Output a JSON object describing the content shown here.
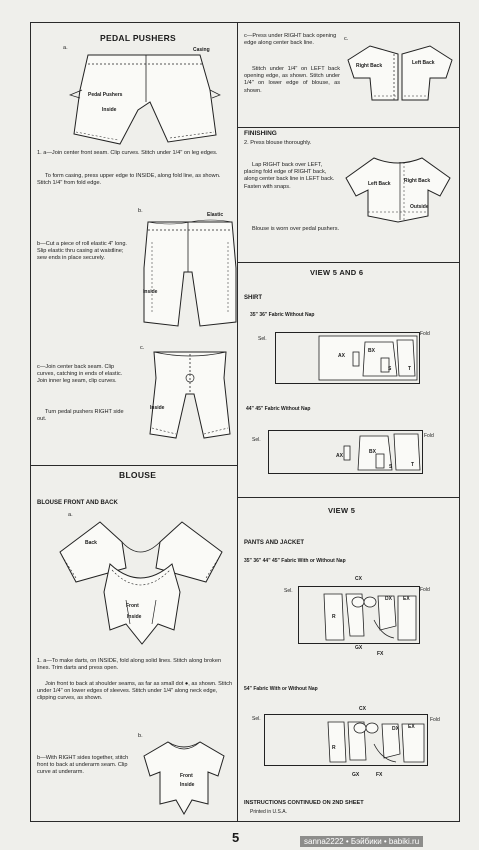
{
  "page_number": "5",
  "watermark": "sanna2222 • Бэйбики • babiki.ru",
  "pedal_pushers": {
    "title": "PEDAL PUSHERS",
    "fig_a": "a.",
    "fig_b": "b.",
    "fig_c": "c.",
    "label_casing": "Casing",
    "label_pedal_pushers": "Pedal Pushers",
    "label_inside_a": "Inside",
    "label_elastic": "Elastic",
    "label_inside_b": "Inside",
    "label_inside_c": "Inside",
    "step_a_1": "1. a—Join center front seam. Clip curves. Stitch under 1/4\" on leg edges.",
    "step_a_2": "To form casing, press upper edge to INSIDE, along fold line, as shown. Stitch 1/4\" from fold edge.",
    "step_b": "b—Cut a piece of roll elastic 4\" long. Slip elastic thru casing at waistline; sew ends in place securely.",
    "step_c_1": "c—Join center back seam. Clip curves, catching in ends of elastic. Join inner leg seam, clip curves.",
    "step_c_2": "Turn pedal pushers RIGHT side out."
  },
  "blouse_right": {
    "fig_c": "c.",
    "step_c_1": "c—Press under RIGHT back opening edge along center back line.",
    "step_c_2": "Stitch under 1/4\" on LEFT back opening edge, as shown. Stitch under 1/4\" on lower edge of blouse, as shown.",
    "label_right_back": "Right Back",
    "label_left_back": "Left Back",
    "finishing_title": "FINISHING",
    "finishing_1": "2. Press blouse thoroughly.",
    "finishing_2": "Lap RIGHT back over LEFT, placing fold edge of RIGHT back, along center back line in LEFT back. Fasten with snaps.",
    "finishing_3": "Blouse is worn over pedal pushers.",
    "label_left_back_2": "Left Back",
    "label_right_back_2": "Right Back",
    "label_outside": "Outside"
  },
  "view56": {
    "title": "VIEW 5 AND 6",
    "shirt_title": "SHIRT",
    "fabric1": "35\" 36\" Fabric Without Nap",
    "fabric2": "44\" 45\" Fabric Without Nap",
    "sel": "Sel.",
    "fold": "Fold",
    "pieces": [
      "AX",
      "BX",
      "S",
      "T"
    ]
  },
  "blouse": {
    "title": "BLOUSE",
    "subtitle": "BLOUSE FRONT AND BACK",
    "fig_a": "a.",
    "fig_b": "b.",
    "label_back": "Back",
    "label_front": "Front",
    "label_inside": "Inside",
    "label_front_b": "Front",
    "label_inside_b": "Inside",
    "step_a_1": "1. a—To make darts, on INSIDE, fold along solid lines. Stitch along broken lines. Trim darts and press open.",
    "step_a_2": "Join front to back at shoulder seams, as far as small dot ●, as shown. Stitch under 1/4\" on lower edges of sleeves. Stitch under 1/4\" along neck edge, clipping curves, as shown.",
    "step_b": "b—With RIGHT sides together, stitch front to back at underarm seam. Clip curve at underarm."
  },
  "view5": {
    "title": "VIEW 5",
    "subtitle": "PANTS AND JACKET",
    "fabric1": "35\" 36\" 44\" 45\" Fabric With or Without Nap",
    "fabric2": "54\" Fabric With or Without Nap",
    "sel": "Sel.",
    "fold": "Fold",
    "pieces": [
      "CX",
      "DX",
      "EX",
      "R",
      "GX",
      "FX"
    ],
    "continued": "INSTRUCTIONS CONTINUED ON 2ND SHEET",
    "printed": "Printed in U.S.A."
  }
}
